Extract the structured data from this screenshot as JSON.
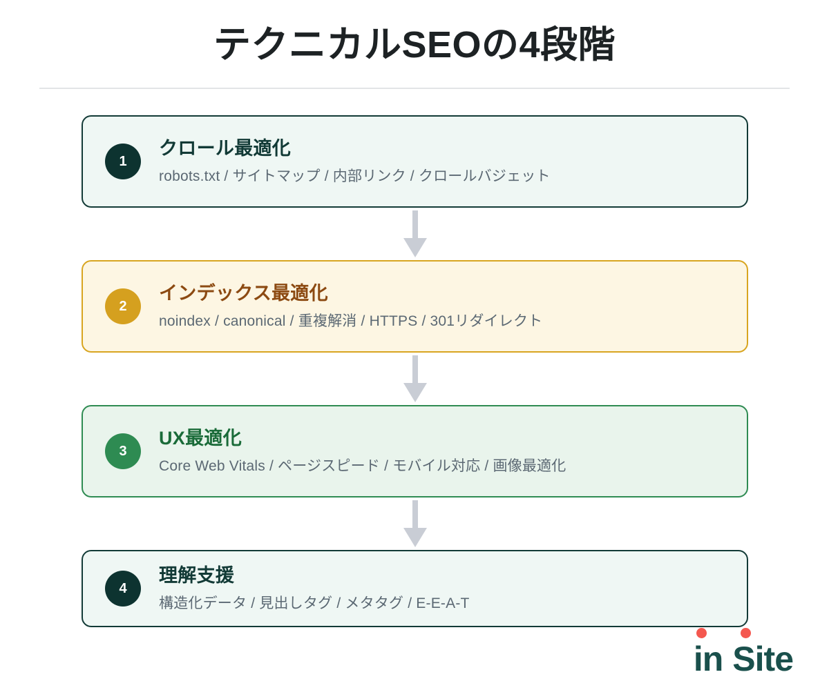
{
  "header": {
    "title": "テクニカルSEOの4段階"
  },
  "flow": {
    "steps": [
      {
        "number": "1",
        "heading": "クロール最適化",
        "detail": "robots.txt / サイトマップ / 内部リンク / クロールバジェット",
        "theme": "teal",
        "border_color": "#123a36",
        "background_color": "#eff7f4",
        "badge_color": "#0d3330",
        "heading_color": "#123a36"
      },
      {
        "number": "2",
        "heading": "インデックス最適化",
        "detail": "noindex / canonical / 重複解消 / HTTPS / 301リダイレクト",
        "theme": "amber",
        "border_color": "#d8a520",
        "background_color": "#fdf6e3",
        "badge_color": "#d5a01f",
        "heading_color": "#8c4a12"
      },
      {
        "number": "3",
        "heading": "UX最適化",
        "detail": "Core Web Vitals / ページスピード / モバイル対応 / 画像最適化",
        "theme": "green",
        "border_color": "#2e8b52",
        "background_color": "#e9f4ec",
        "badge_color": "#2e8b52",
        "heading_color": "#1a6b39"
      },
      {
        "number": "4",
        "heading": "理解支援",
        "detail": "構造化データ / 見出しタグ / メタタグ / E-E-A-T",
        "theme": "teal",
        "border_color": "#123a36",
        "background_color": "#eff7f4",
        "badge_color": "#0d3330",
        "heading_color": "#123a36"
      }
    ],
    "arrow_color": "#c9cdd5"
  },
  "logo": {
    "part_one": "in",
    "part_two": "Site",
    "text_color": "#1a504c",
    "dot_color": "#f4584f"
  },
  "divider": {
    "color": "#e2e4e6"
  }
}
